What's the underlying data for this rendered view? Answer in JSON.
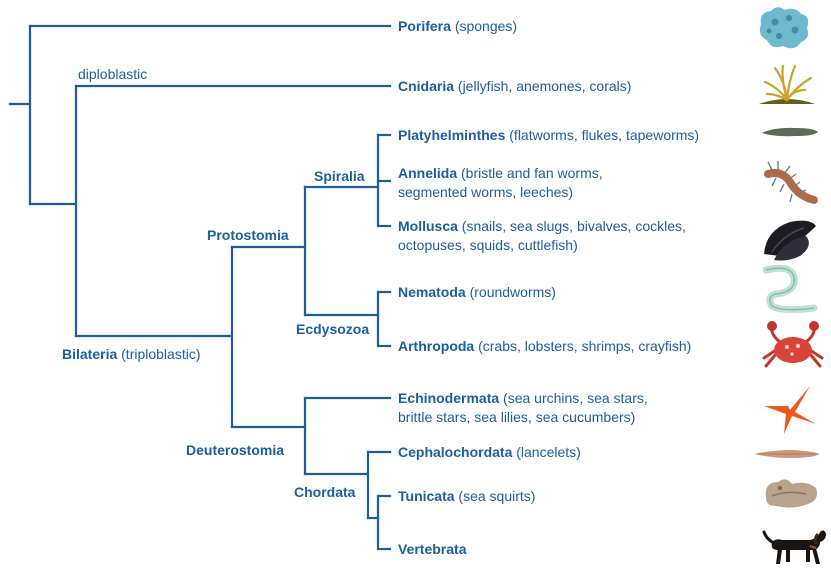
{
  "colors": {
    "branch": "#1c5e9c",
    "text": "#1c5e9c"
  },
  "taxa": [
    {
      "name": "Porifera",
      "common": "(sponges)",
      "icon": "sponge-icon"
    },
    {
      "name": "Cnidaria",
      "common": "(jellyfish, anemones, corals)",
      "icon": "coral-icon"
    },
    {
      "name": "Platyhelminthes",
      "common": "(flatworms, flukes, tapeworms)",
      "icon": "flatworm-icon"
    },
    {
      "name": "Annelida",
      "common": "(bristle and fan worms,",
      "common2": "segmented worms, leeches)",
      "icon": "bristle-worm-icon"
    },
    {
      "name": "Mollusca",
      "common": "(snails, sea slugs, bivalves, cockles,",
      "common2": "octopuses, squids, cuttlefish)",
      "icon": "mussel-icon"
    },
    {
      "name": "Nematoda",
      "common": "(roundworms)",
      "icon": "roundworm-icon"
    },
    {
      "name": "Arthropoda",
      "common": "(crabs, lobsters, shrimps, crayfish)",
      "icon": "crab-icon"
    },
    {
      "name": "Echinodermata",
      "common": "(sea urchins, sea stars,",
      "common2": "brittle stars, sea lilies, sea cucumbers)",
      "icon": "sea-star-icon"
    },
    {
      "name": "Cephalochordata",
      "common": "(lancelets)",
      "icon": "lancelet-icon"
    },
    {
      "name": "Tunicata",
      "common": "(sea squirts)",
      "icon": "sea-squirt-icon"
    },
    {
      "name": "Vertebrata",
      "common": "",
      "icon": "dachshund-icon"
    }
  ],
  "nodes": {
    "diploblastic": "diploblastic",
    "bilateria": "Bilateria",
    "bilateria_note": "(triploblastic)",
    "protostomia": "Protostomia",
    "spiralia": "Spiralia",
    "ecdysozoa": "Ecdysozoa",
    "deuterostomia": "Deuterostomia",
    "chordata": "Chordata"
  }
}
